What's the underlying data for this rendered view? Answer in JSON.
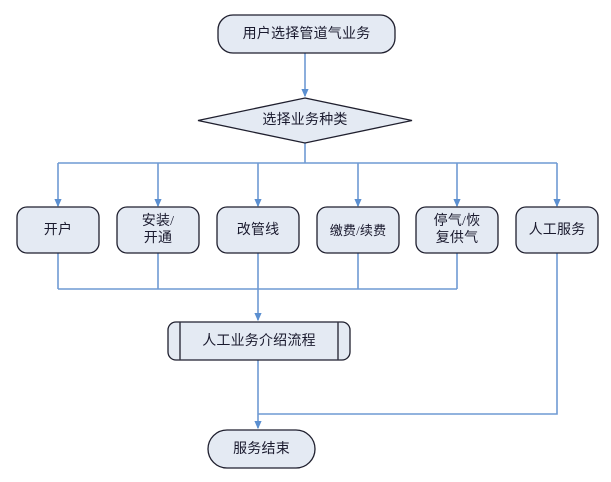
{
  "diagram": {
    "title_text": "用户选择管道气业务",
    "colors": {
      "node_fill": "#e4eaf3",
      "node_stroke": "#1f1f2e",
      "connector": "#6f9ad3",
      "text": "#1a1a2e",
      "background": "#ffffff"
    },
    "start_node": {
      "label": "用户选择管道气业务",
      "shape": "rounded-rectangle"
    },
    "decision_node": {
      "label": "选择业务种类",
      "shape": "diamond"
    },
    "option_nodes": [
      {
        "label": "开户",
        "shape": "rounded-rectangle"
      },
      {
        "label": "安装/\n开通",
        "shape": "rounded-rectangle"
      },
      {
        "label": "改管线",
        "shape": "rounded-rectangle"
      },
      {
        "label": "缴费/续费",
        "shape": "rounded-rectangle"
      },
      {
        "label": "停气/恢\n复供气",
        "shape": "rounded-rectangle"
      },
      {
        "label": "人工服务",
        "shape": "rounded-rectangle"
      }
    ],
    "process_node": {
      "label": "人工业务介绍流程",
      "shape": "predefined-process"
    },
    "end_node": {
      "label": "服务结束",
      "shape": "stadium"
    }
  }
}
